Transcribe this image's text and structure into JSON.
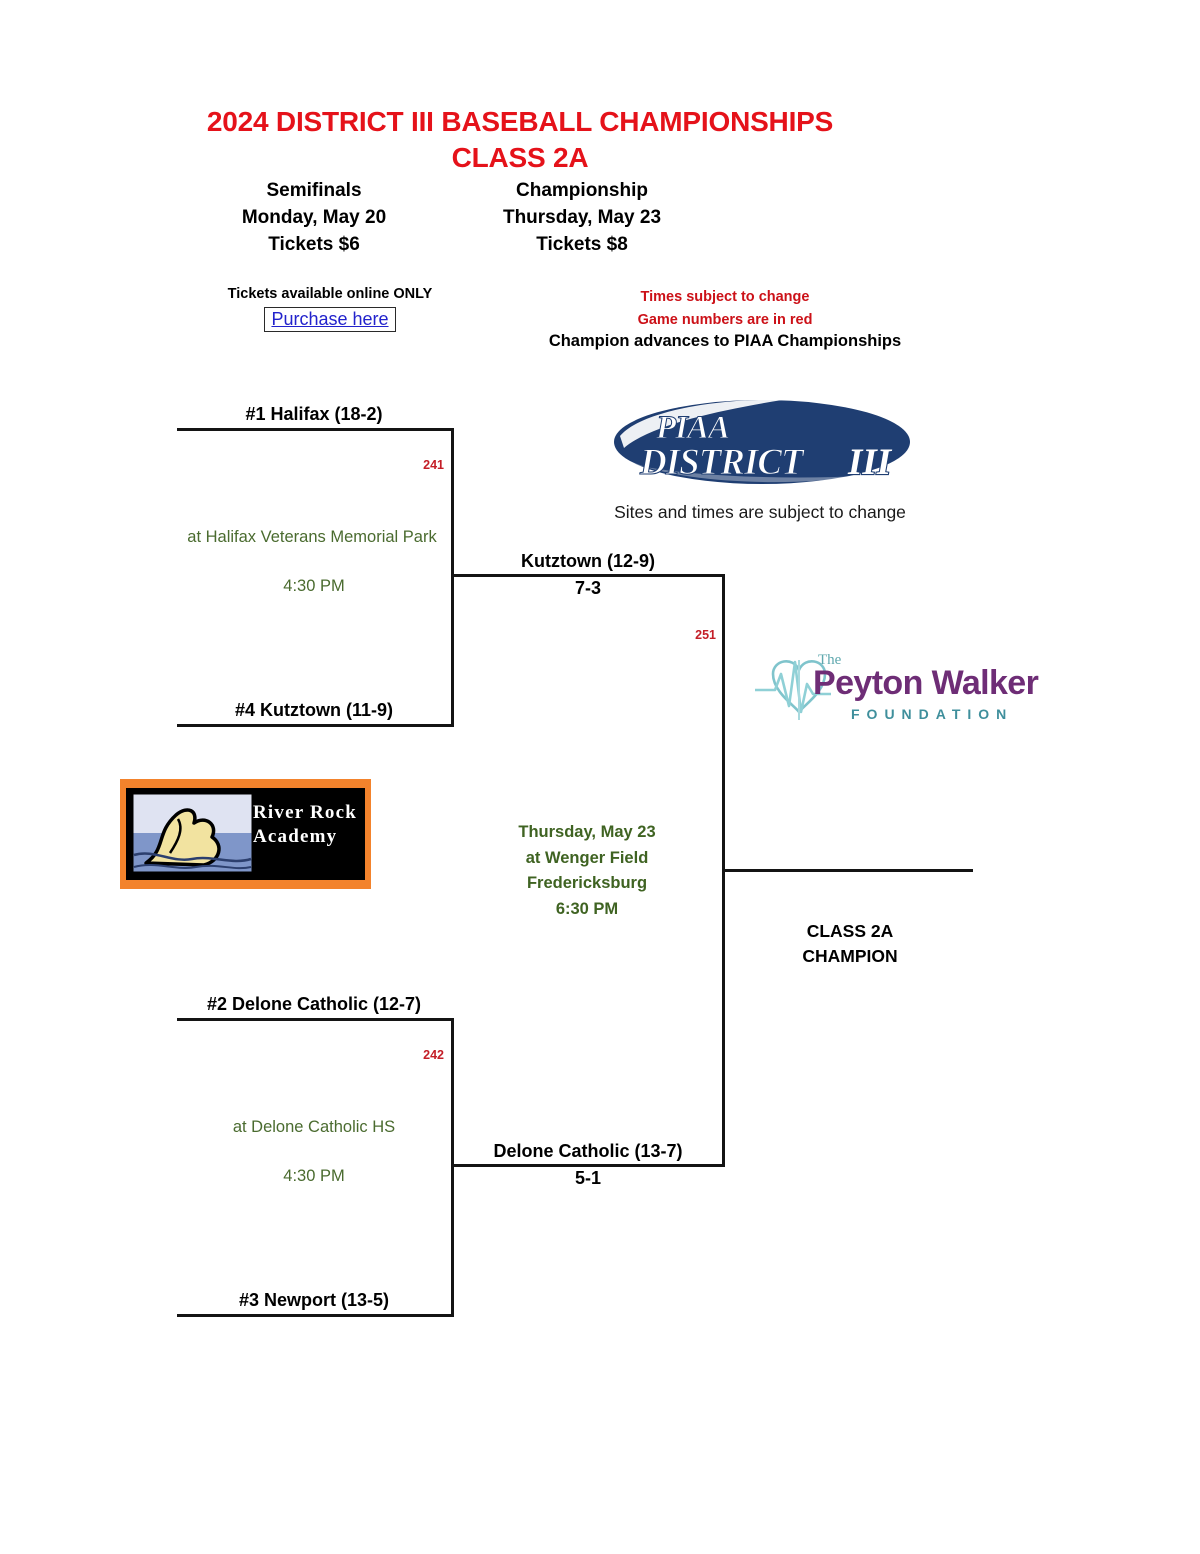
{
  "header": {
    "title_line1": "2024 DISTRICT III BASEBALL CHAMPIONSHIPS",
    "title_line2": "CLASS 2A",
    "semifinals": {
      "round": "Semifinals",
      "date": "Monday, May 20",
      "tickets": "Tickets $6"
    },
    "championship": {
      "round": "Championship",
      "date": "Thursday, May 23",
      "tickets": "Tickets $8"
    },
    "tickets_note": "Tickets available online ONLY",
    "purchase_link": "Purchase here",
    "note_times": "Times subject to change",
    "note_game_numbers": "Game numbers are in red",
    "note_advance": "Champion advances to PIAA Championships",
    "note_sites": "Sites and times are subject to change"
  },
  "logos": {
    "piaa": {
      "line1": "PIAA",
      "line2": "DISTRICT",
      "numeral": "III",
      "color": "#1f3e72"
    },
    "peyton_walker": {
      "the": "The",
      "name": "Peyton Walker",
      "foundation": "FOUNDATION",
      "purple": "#6e2d76",
      "teal": "#3f8f9c"
    },
    "river_rock": {
      "line1": "River Rock",
      "line2": "Academy",
      "orange": "#f3832c"
    }
  },
  "chart_data": {
    "type": "bracket",
    "title": "2024 District III Baseball Championships - Class 2A",
    "rounds": [
      {
        "name": "Semifinals",
        "date": "Monday, May 20",
        "games": [
          {
            "game_number": "241",
            "top_team": "#1 Halifax (18-2)",
            "bottom_team": "#4 Kutztown (11-9)",
            "venue": "at Halifax Veterans Memorial Park",
            "time": "4:30 PM",
            "winner": "Kutztown (12-9)",
            "score": "7-3"
          },
          {
            "game_number": "242",
            "top_team": "#2 Delone Catholic (12-7)",
            "bottom_team": "#3 Newport (13-5)",
            "venue": "at Delone Catholic HS",
            "time": "4:30 PM",
            "winner": "Delone Catholic (13-7)",
            "score": "5-1"
          }
        ]
      },
      {
        "name": "Championship",
        "date": "Thursday, May 23",
        "games": [
          {
            "game_number": "251",
            "top_team": "Kutztown (12-9)",
            "bottom_team": "Delone Catholic (13-7)",
            "venue_line1": "Thursday, May 23",
            "venue_line2": "at Wenger Field",
            "venue_line3": "Fredericksburg",
            "time": "6:30 PM",
            "result_label_line1": "CLASS 2A",
            "result_label_line2": "CHAMPION"
          }
        ]
      }
    ]
  },
  "bracket": {
    "semi1": {
      "top_team": "#1 Halifax (18-2)",
      "bottom_team": "#4 Kutztown (11-9)",
      "game_number": "241",
      "venue": "at Halifax Veterans Memorial Park",
      "time": "4:30 PM",
      "winner": "Kutztown (12-9)",
      "score": "7-3"
    },
    "semi2": {
      "top_team": "#2 Delone Catholic (12-7)",
      "bottom_team": "#3 Newport (13-5)",
      "game_number": "242",
      "venue": "at Delone Catholic HS",
      "time": "4:30 PM",
      "winner": "Delone Catholic (13-7)",
      "score": "5-1"
    },
    "final": {
      "game_number": "251",
      "date": "Thursday, May 23",
      "venue_line1": "at Wenger Field",
      "venue_line2": "Fredericksburg",
      "time": "6:30 PM",
      "champion_line1": "CLASS 2A",
      "champion_line2": "CHAMPION"
    }
  }
}
